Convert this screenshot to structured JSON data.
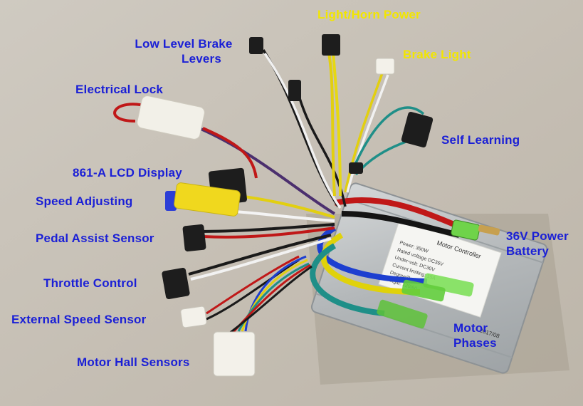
{
  "colors": {
    "label_blue": "#1a1fd6",
    "label_yellow": "#f2e600",
    "background": "#c9c3b9",
    "controller_body": "#b9bcbd"
  },
  "labels": {
    "light_horn_power": "Light/Horn Power",
    "low_level_brake_levers_line1": "Low Level Brake",
    "low_level_brake_levers_line2": "Levers",
    "brake_light": "Brake Light",
    "electrical_lock": "Electrical Lock",
    "self_learning": "Self Learning",
    "lcd_display": "861-A LCD Display",
    "speed_adjusting": "Speed Adjusting",
    "pedal_assist_sensor": "Pedal Assist Sensor",
    "power_battery_line1": "36V Power",
    "power_battery_line2": "Battery",
    "throttle_control": "Throttle Control",
    "external_speed_sensor": "External Speed Sensor",
    "motor_phases_line1": "Motor",
    "motor_phases_line2": "Phases",
    "motor_hall_sensors": "Motor Hall Sensors"
  },
  "sticker": {
    "title": "Motor Controller",
    "lines": [
      "Power: 350W",
      "Rated voltage DC36V",
      "Under-volt: DC30V",
      "Current limiting: 15A",
      "Degree/Brake low",
      "Angle: 120/60"
    ],
    "code": "2017/08"
  }
}
